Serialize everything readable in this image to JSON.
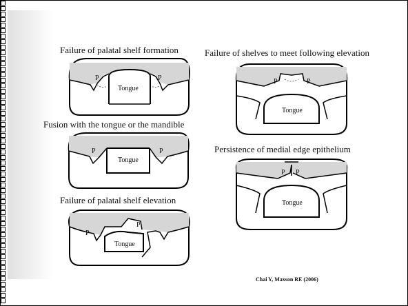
{
  "panels": [
    {
      "caption": "Failure of palatal shelf formation",
      "labels": [
        "P",
        "Tongue",
        "P"
      ]
    },
    {
      "caption": "Fusion with the tongue or the mandible",
      "labels": [
        "P",
        "Tongue",
        "P"
      ]
    },
    {
      "caption": "Failure of palatal shelf elevation",
      "labels": [
        "P",
        "P",
        "Tongue"
      ]
    },
    {
      "caption": "Failure of shelves to meet following elevation",
      "labels": [
        "P",
        "P",
        "Tongue"
      ]
    },
    {
      "caption": "Persistence of medial edge epithelium",
      "labels": [
        "P",
        "P",
        "Tongue"
      ]
    }
  ],
  "credit": "Chai Y, Maxson RE (2006)"
}
